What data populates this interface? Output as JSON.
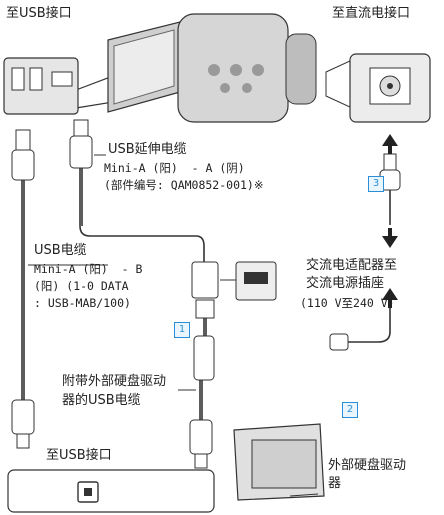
{
  "labels": {
    "usb_port_top": "至USB接口",
    "dc_port": "至直流电接口",
    "ext_cable_title": "USB延伸电缆",
    "ext_cable_spec": "Mini-A (阳)  - A (阴)",
    "ext_cable_part": "(部件编号: QAM0852-001)※",
    "usb_cable_title": "USB电缆",
    "usb_cable_spec1": "Mini-A (阳)  - B",
    "usb_cable_spec2": "(阳) (1-0 DATA",
    "usb_cable_spec3": ": USB-MAB/100)",
    "adapter_line1": "交流电适配器至",
    "adapter_line2": "交流电源插座",
    "adapter_line3": "(110 V至240 V)",
    "hdd_cable_line1": "附带外部硬盘驱动",
    "hdd_cable_line2": "器的USB电缆",
    "usb_port_bottom": "至USB接口",
    "hdd_line1": "外部硬盘驱动",
    "hdd_line2": "器"
  },
  "steps": [
    "1",
    "2",
    "3"
  ],
  "colors": {
    "step_accent": "#2a8fd6",
    "line": "#333333",
    "device_gray": "#d8d8d8"
  },
  "icons": [
    "camcorder-icon",
    "usb-b-port-icon",
    "usb-a-receptacle-icon",
    "dc-jack-icon",
    "hdd-icon",
    "up-arrow-icon",
    "down-arrow-icon"
  ]
}
